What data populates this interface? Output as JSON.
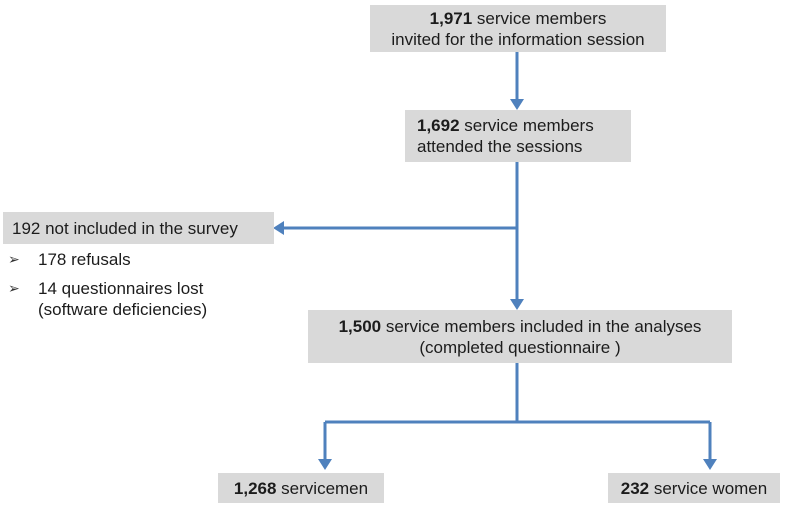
{
  "colors": {
    "box_bg": "#d9d9d9",
    "arrow": "#4f81bd",
    "text": "#1c1c1c"
  },
  "boxes": {
    "invited": {
      "number": "1,971",
      "text": " service members",
      "line2": "invited for the information session"
    },
    "attended": {
      "number": "1,692",
      "text": " service members",
      "line2": "attended the sessions"
    },
    "excluded": {
      "label": "192 not included in the survey"
    },
    "analyzed": {
      "number": "1,500",
      "text": " service members included in the analyses",
      "line2": "(completed questionnaire )"
    },
    "men": {
      "number": "1,268",
      "text": " servicemen"
    },
    "women": {
      "number": "232",
      "text": " service women"
    }
  },
  "exclusion_reasons": {
    "bullet_glyph": "➢",
    "items": [
      {
        "text": "178 refusals",
        "note": ""
      },
      {
        "text": "14 questionnaires lost",
        "note": "(software deficiencies)"
      }
    ]
  }
}
